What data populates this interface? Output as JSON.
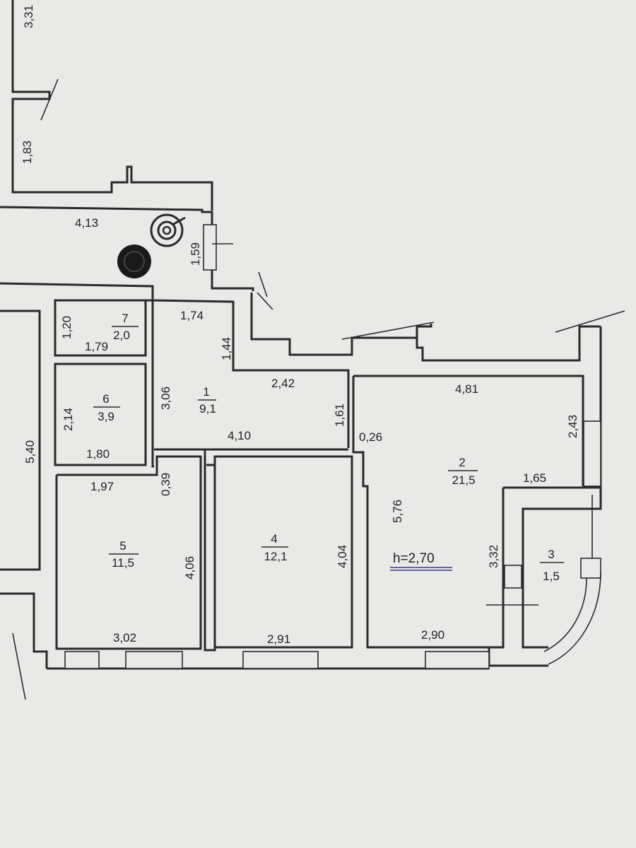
{
  "ceiling_height": "h=2,70",
  "rooms": [
    {
      "no": "1",
      "area": "9,1"
    },
    {
      "no": "2",
      "area": "21,5"
    },
    {
      "no": "3",
      "area": "1,5"
    },
    {
      "no": "4",
      "area": "12,1"
    },
    {
      "no": "5",
      "area": "11,5"
    },
    {
      "no": "6",
      "area": "3,9"
    },
    {
      "no": "7",
      "area": "2,0"
    }
  ],
  "dimensions": {
    "top_left_vertical": "3,31",
    "corridor_left_vertical": "1,83",
    "corridor_width": "4,13",
    "corridor_vertical": "1,59",
    "hall_top": "1,74",
    "hall_vertical_right": "1,44",
    "hall_step": "2,42",
    "hall_left_vertical": "3,06",
    "hall_bottom": "4,10",
    "hall_right_vertical": "1,61",
    "wall_gap": "0,26",
    "living_top": "4,81",
    "living_right_vertical": "2,43",
    "living_step": "1,65",
    "living_left_vertical": "5,76",
    "bay_vertical": "3,32",
    "living_bottom": "2,90",
    "room4_right_vertical": "4,04",
    "room4_bottom": "2,91",
    "room5_top": "1,97",
    "room5_gap": "0,39",
    "room5_right_vertical": "4,06",
    "room5_bottom": "3,02",
    "room6_vertical": "2,14",
    "room6_bottom": "1,80",
    "room7_vertical": "1,20",
    "room7_bottom": "1,79",
    "left_corridor_vertical": "5,40"
  }
}
